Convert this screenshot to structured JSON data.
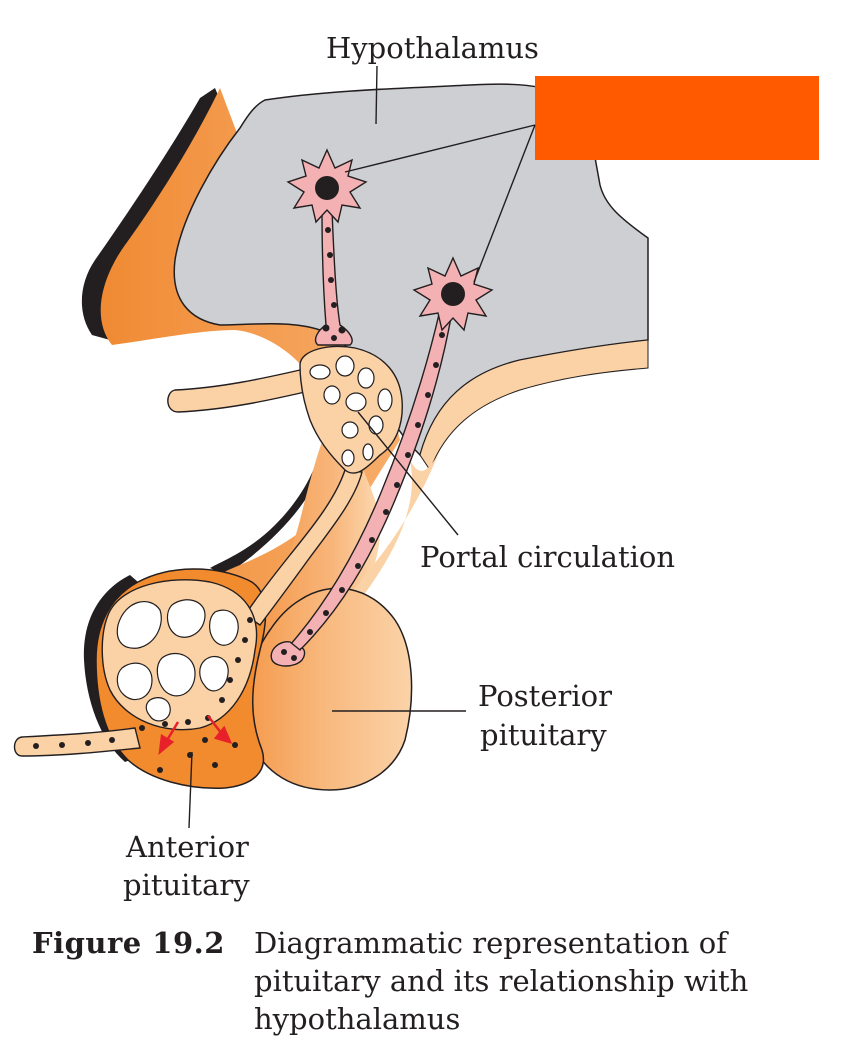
{
  "labels": {
    "hypothalamus": "Hypothalamus",
    "portal_circulation": "Portal circulation",
    "posterior_line1": "Posterior",
    "posterior_line2": "pituitary",
    "anterior_line1": "Anterior",
    "anterior_line2": "pituitary"
  },
  "caption": {
    "figure_number": "Figure 19.2",
    "text": "Diagrammatic representation of pituitary and its relationship with hypothalamus"
  },
  "colors": {
    "hypothalamus_fill": "#cdcfd2",
    "tissue_orange": "#f6a15a",
    "tissue_light": "#fbd2a6",
    "anterior_fill": "#f28a2e",
    "neuron_pink": "#f4b1b4",
    "highlight_box": "#ff5a00",
    "arrow_red": "#e8202a",
    "outline": "#231f20"
  }
}
